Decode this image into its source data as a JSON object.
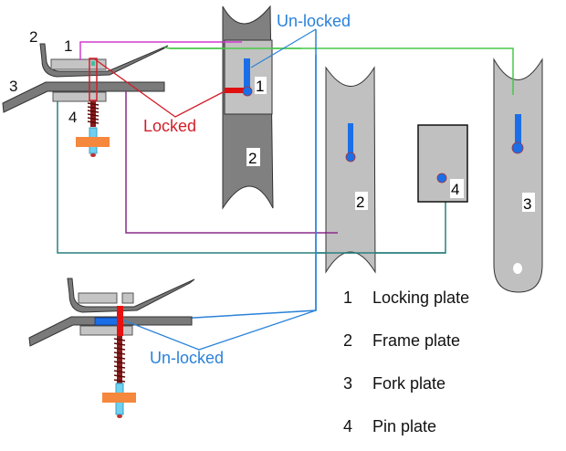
{
  "diagram": {
    "callouts": {
      "locked": "Locked",
      "unlocked_top": "Un-locked",
      "unlocked_bottom": "Un-locked"
    },
    "assembly_numbers": [
      "2",
      "1",
      "3",
      "4"
    ],
    "plate_tags": {
      "locking_plate": "1",
      "frame_plate_dark": "2",
      "frame_plate_light": "2",
      "pin_plate": "4",
      "fork_plate": "3"
    },
    "legend": [
      {
        "num": "1",
        "label": "Locking plate"
      },
      {
        "num": "2",
        "label": "Frame plate"
      },
      {
        "num": "3",
        "label": "Fork plate"
      },
      {
        "num": "4",
        "label": "Pin plate"
      }
    ],
    "colors": {
      "locked_red": "#d21e2a",
      "unlocked_blue": "#2b82d9",
      "slot_blue": "#1a6fe8",
      "magenta_leader": "#d23bd2",
      "green_leader": "#49c94a",
      "purple_leader": "#8a2a8a",
      "teal_leader": "#2a7f7f",
      "plate_light": "#c0c0c0",
      "plate_dark": "#808080",
      "nut_orange": "#f5883c",
      "spring_dark_red": "#8b1a1a"
    }
  }
}
